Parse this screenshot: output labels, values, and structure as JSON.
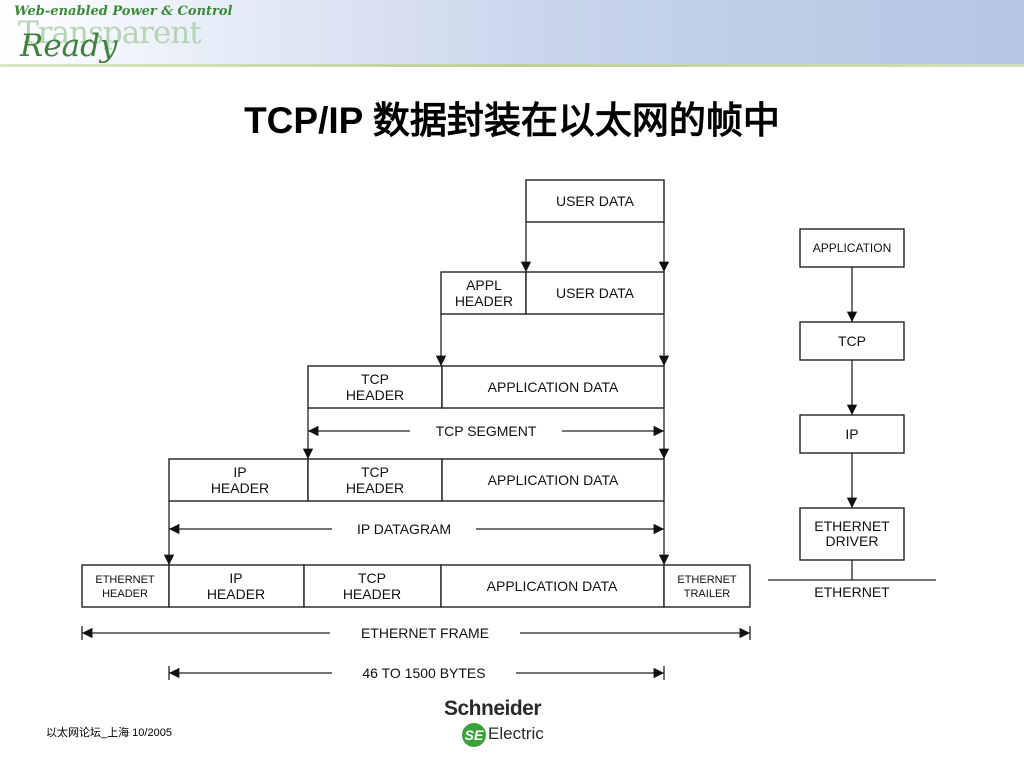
{
  "banner": {
    "tagline": "Web-enabled Power & Control",
    "watermark": "Transparent",
    "ready": "Ready"
  },
  "title": "TCP/IP 数据封装在以太网的帧中",
  "diagram": {
    "user_data": "USER DATA",
    "appl_header": [
      "APPL",
      "HEADER"
    ],
    "tcp_header": [
      "TCP",
      "HEADER"
    ],
    "ip_header": [
      "IP",
      "HEADER"
    ],
    "ethernet_header": [
      "ETHERNET",
      "HEADER"
    ],
    "ethernet_trailer": [
      "ETHERNET",
      "TRAILER"
    ],
    "application_data": "APPLICATION DATA",
    "tcp_segment": "TCP SEGMENT",
    "ip_datagram": "IP DATAGRAM",
    "ethernet_frame": "ETHERNET FRAME",
    "byte_range": "46 TO 1500 BYTES"
  },
  "stack": {
    "layers": [
      "APPLICATION",
      "TCP",
      "IP",
      "ETHERNET DRIVER"
    ],
    "medium": "ETHERNET"
  },
  "footer": "以太网论坛_上海  10/2005",
  "logo": {
    "name": "Schneider",
    "sub": "Electric",
    "mark": "SE"
  }
}
